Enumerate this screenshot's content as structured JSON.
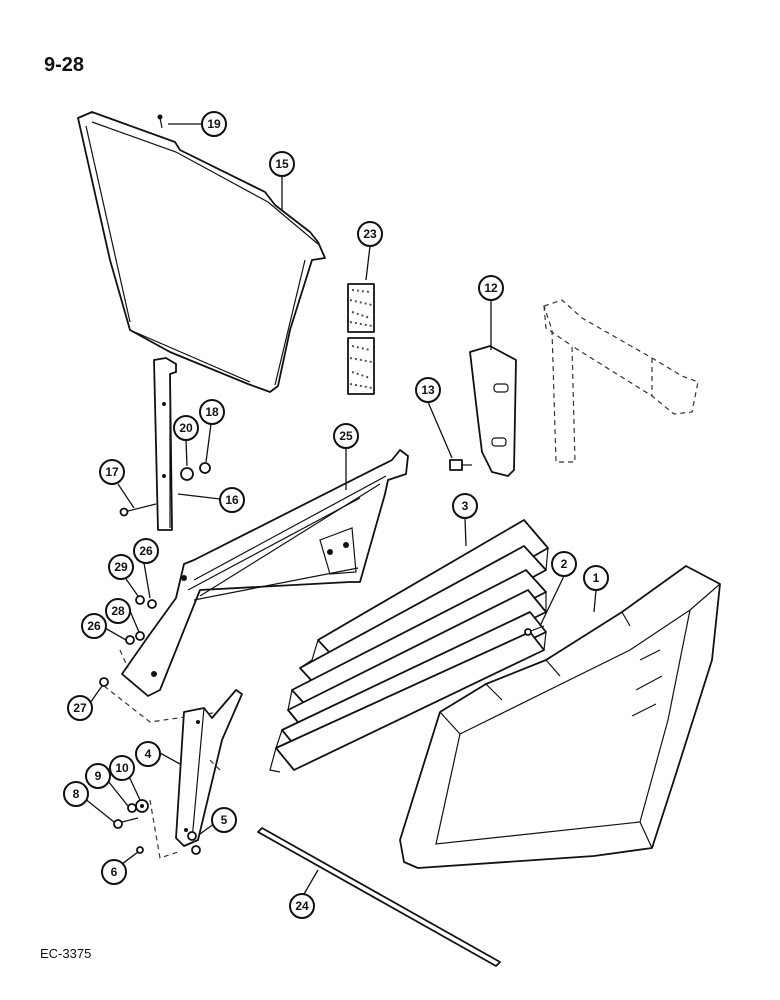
{
  "page": {
    "page_number": "9-28",
    "drawing_code": "EC-3375"
  },
  "callouts": [
    "1",
    "2",
    "3",
    "4",
    "5",
    "6",
    "8",
    "9",
    "10",
    "12",
    "13",
    "15",
    "16",
    "17",
    "18",
    "19",
    "20",
    "23",
    "24",
    "25",
    "26",
    "26",
    "27",
    "28",
    "29"
  ],
  "parts": [
    "grille-panel",
    "grille-surround-frame",
    "louvre-grille",
    "lower-bracket",
    "support-frame",
    "side-plate",
    "upright-bracket",
    "filter-pads",
    "seal-strip",
    "ghost-support"
  ]
}
